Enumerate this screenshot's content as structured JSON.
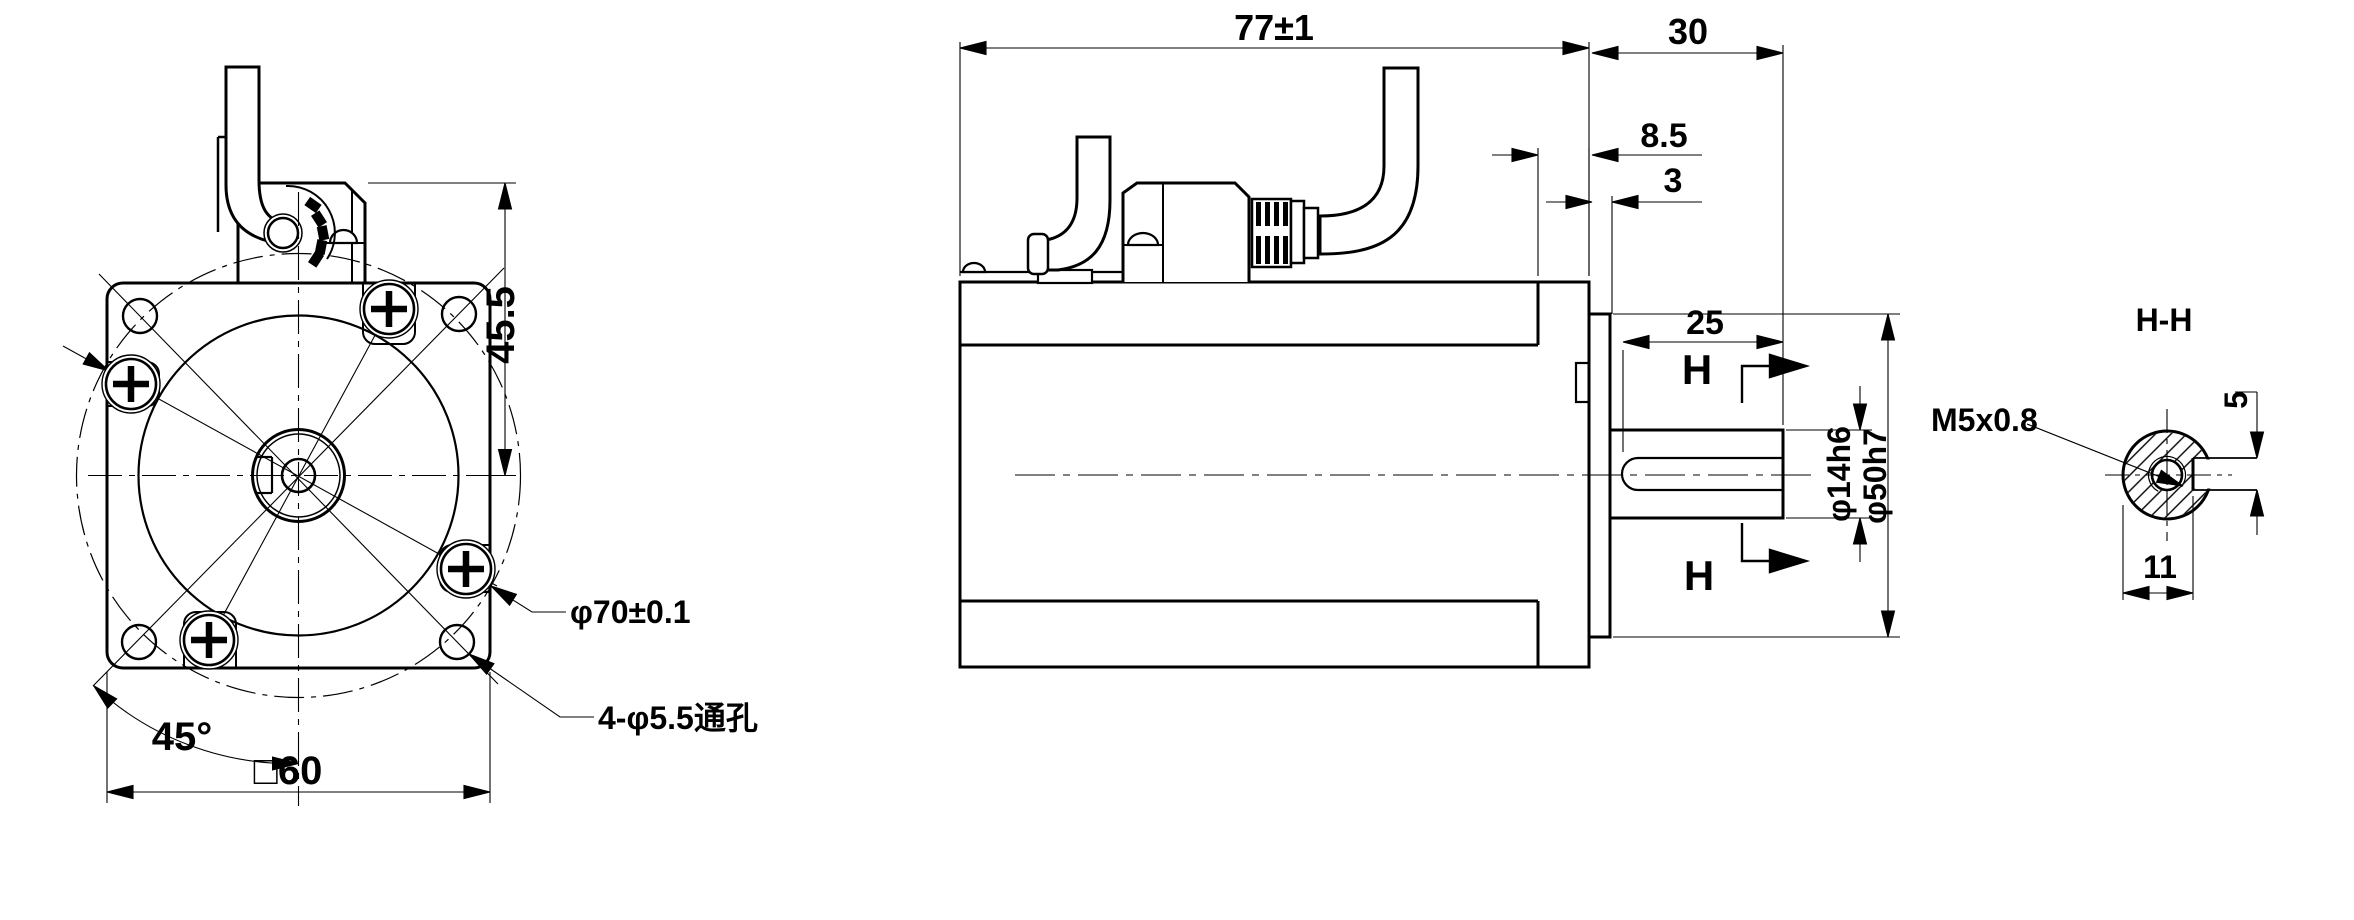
{
  "drawing": {
    "front_view": {
      "height_to_cable_top": "45.5",
      "bolt_circle_label": "φ70±0.1",
      "through_holes_label": "4-φ5.5通孔",
      "angle_label": "45°",
      "square_label": "□60"
    },
    "side_view": {
      "body_length_label": "77±1",
      "shaft_extension_label": "30",
      "flange_step_label": "8.5",
      "boss_step_label": "3",
      "keyway_length_label": "25",
      "section_mark": "H",
      "shaft_diameter_label": "φ14h6",
      "pilot_diameter_label": "φ50h7",
      "thread_label": "M5x0.8"
    },
    "section_view": {
      "title": "H-H",
      "keyway_width_label": "5",
      "keyway_flat_label": "11"
    },
    "colors": {
      "line": "#000000",
      "background": "#ffffff"
    }
  }
}
